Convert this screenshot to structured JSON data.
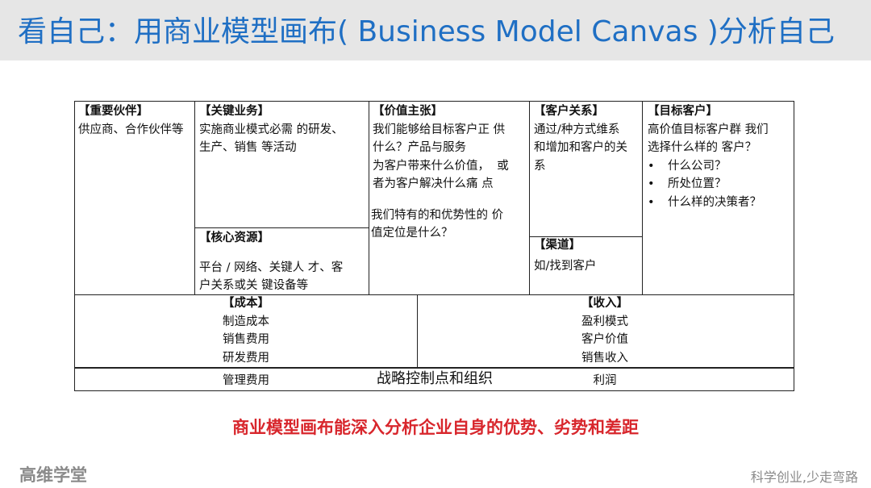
{
  "header": {
    "title": "看自己：用商业模型画布( Business Model Canvas )分析自己"
  },
  "canvas": {
    "partners": {
      "title": "【重要伙伴】",
      "body": "供应商、合作伙伴等"
    },
    "activities": {
      "title": "【关键业务】",
      "lines": [
        "实施商业模式必需 的研发、",
        "生产、销售 等活动"
      ]
    },
    "resources": {
      "title": "【核心资源】",
      "lines": [
        "平台 / 网络、关键人 才、客",
        "户关系或关 键设备等"
      ]
    },
    "value": {
      "title": "【价值主张】",
      "lines": [
        "我们能够给目标客户正 供",
        "什么？产品与服务",
        "为客户带来什么价值，  或",
        "者为客户解决什么痛 点"
      ],
      "lines2": [
        "我们特有的和优势性的 价",
        "值定位是什么？"
      ]
    },
    "relationships": {
      "title": "【客户关系】",
      "lines": [
        "通过/种方式维系",
        "和增加和客户的关",
        "系"
      ]
    },
    "channels": {
      "title": "【渠道】",
      "body": "如/找到客户"
    },
    "segments": {
      "title": "【目标客户】",
      "lines": [
        "高价值目标客户群 我们",
        "选择什么样的 客户？"
      ],
      "bullets": [
        "什么公司？",
        "所处位置？",
        "什么样的决策者？"
      ]
    },
    "costs": {
      "title": "【成本】",
      "items": [
        "制造成本",
        "销售费用",
        "研发费用",
        "管理费用"
      ]
    },
    "revenue": {
      "title": "【收入】",
      "items": [
        "盈利模式",
        "客户价值",
        "销售收入",
        "利润"
      ]
    },
    "strategy": "战略控制点和组织"
  },
  "tagline": "商业模型画布能深入分析企业自身的优势、劣势和差距",
  "footer": {
    "brand": "高维学堂",
    "slogan": "科学创业,少走弯路"
  },
  "colors": {
    "title_blue": "#1f6fc4",
    "tagline_red": "#d8262c",
    "header_bg": "#e6e6e6",
    "footer_grey": "#8a8a8a"
  }
}
